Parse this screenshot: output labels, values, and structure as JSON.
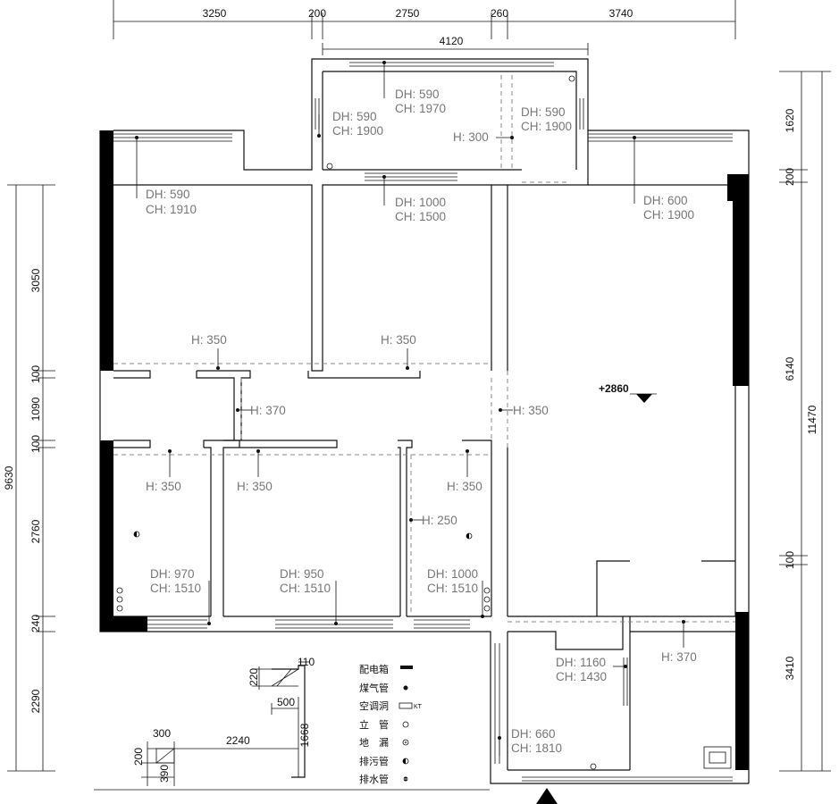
{
  "dimensions": {
    "top": [
      "3250",
      "200",
      "2750",
      "260",
      "3740"
    ],
    "top_second": "4120",
    "left": [
      "3050",
      "100",
      "1090",
      "100",
      "2760",
      "240",
      "2290"
    ],
    "left_total": "9630",
    "right": [
      "1620",
      "200",
      "6140",
      "100",
      "3410"
    ],
    "right_total": "11470"
  },
  "openings": [
    {
      "dh": "DH: 590",
      "ch": "CH: 1970"
    },
    {
      "dh": "DH: 590",
      "ch": "CH: 1900"
    },
    {
      "dh": "DH: 590",
      "ch": "CH: 1900"
    },
    {
      "dh": "DH: 590",
      "ch": "CH: 1910"
    },
    {
      "dh": "DH: 1000",
      "ch": "CH: 1500"
    },
    {
      "dh": "DH: 600",
      "ch": "CH: 1900"
    },
    {
      "dh": "DH: 970",
      "ch": "CH: 1510"
    },
    {
      "dh": "DH: 950",
      "ch": "CH: 1510"
    },
    {
      "dh": "DH: 1000",
      "ch": "CH: 1510"
    },
    {
      "dh": "DH: 1160",
      "ch": "CH: 1430"
    },
    {
      "dh": "DH: 660",
      "ch": "CH: 1810"
    }
  ],
  "heights": [
    "H: 300",
    "H: 350",
    "H: 350",
    "H: 370",
    "H: 350",
    "H: 350",
    "H: 350",
    "H: 350",
    "H: 250",
    "H: 370"
  ],
  "elevation": "+2860",
  "detail_dims": [
    "110",
    "220",
    "500",
    "1668",
    "300",
    "2240",
    "200",
    "390"
  ],
  "legend": {
    "items": [
      {
        "label": "配电箱",
        "icon": "distribution-box-icon"
      },
      {
        "label": "煤气管",
        "icon": "gas-pipe-icon"
      },
      {
        "label": "空调洞",
        "icon": "ac-hole-icon",
        "tag": "KT"
      },
      {
        "label": "立　管",
        "icon": "riser-pipe-icon"
      },
      {
        "label": "地　漏",
        "icon": "floor-drain-icon"
      },
      {
        "label": "排污管",
        "icon": "sewage-pipe-icon"
      },
      {
        "label": "排水管",
        "icon": "drain-pipe-icon"
      }
    ]
  }
}
